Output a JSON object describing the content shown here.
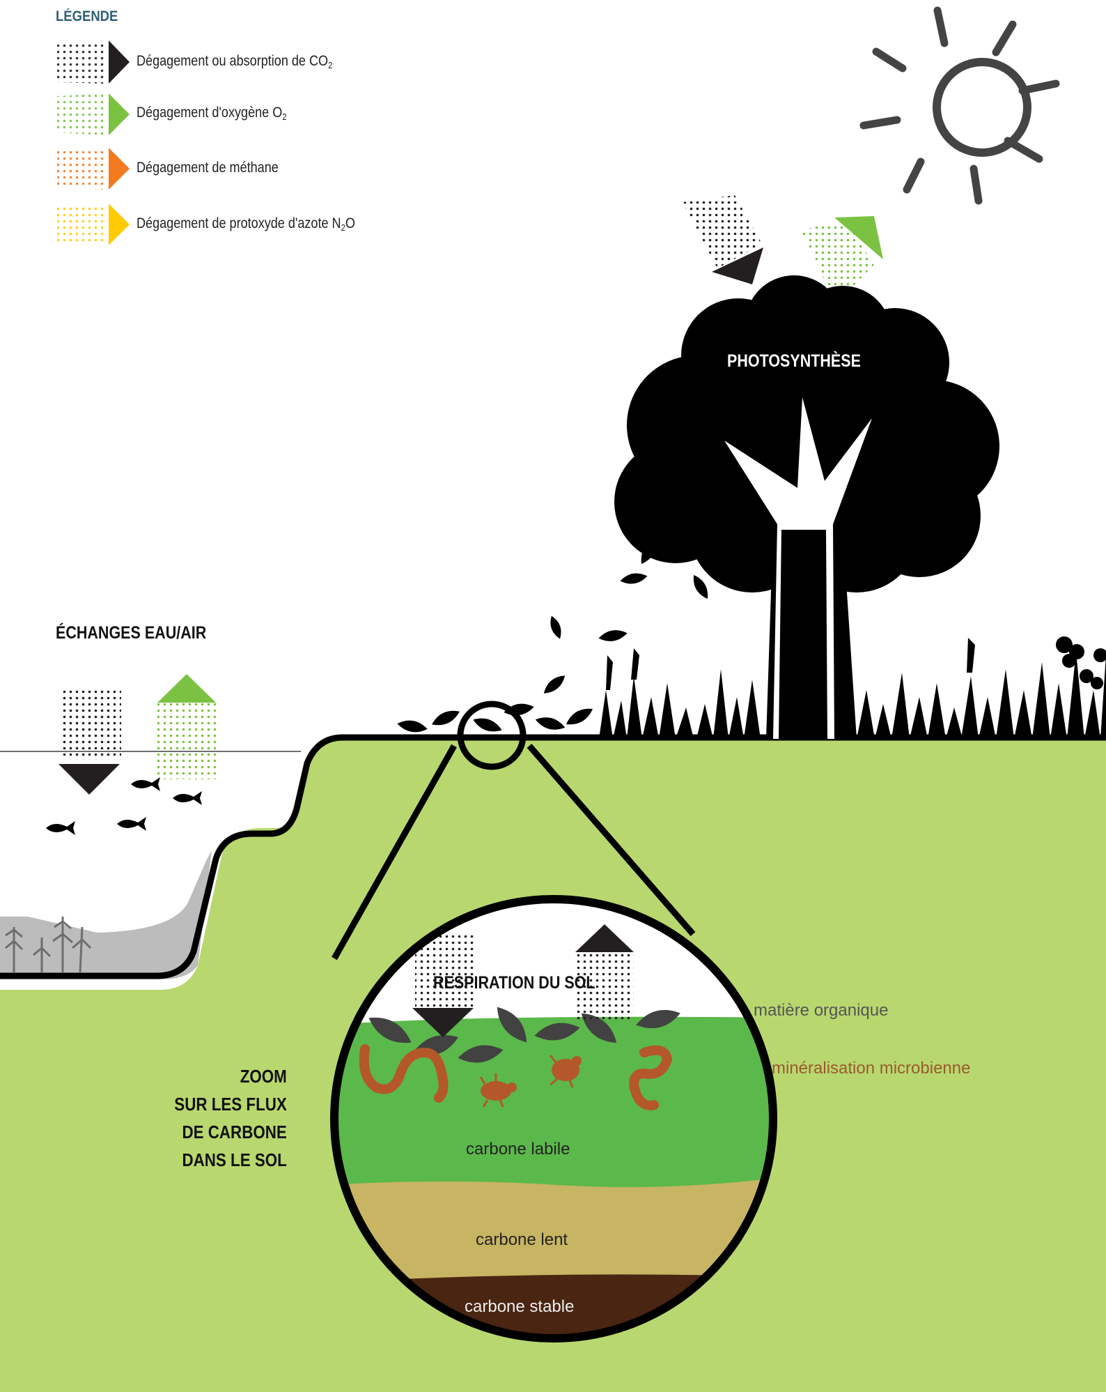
{
  "legend": {
    "title": "LÉGENDE",
    "items": [
      {
        "text": "Dégagement ou absorption de CO",
        "sub": "2",
        "color": "#231f20"
      },
      {
        "text": "Dégagement d'oxygène O",
        "sub": "2",
        "color": "#7cc242"
      },
      {
        "text": "Dégagement de méthane",
        "sub": "",
        "color": "#f47a20"
      },
      {
        "text": "Dégagement de protoxyde d'azote N",
        "sub": "2",
        "suffix": "O",
        "color": "#ffcb05"
      }
    ]
  },
  "labels": {
    "photosynthesis": "PHOTOSYNTHÈSE",
    "water_air": "ÉCHANGES EAU/AIR",
    "soil_respiration": "RESPIRATION DU SOL",
    "zoom_lines": [
      "ZOOM",
      "SUR LES FLUX",
      "DE CARBONE",
      "DANS LE SOL"
    ],
    "organic_matter": "matière organique",
    "microbial_mineralization": "minéralisation microbienne",
    "labile_carbon": "carbone labile",
    "slow_carbon": "carbone lent",
    "stable_carbon": "carbone stable"
  },
  "colors": {
    "ground": "#b8d86f",
    "labile_layer": "#5bb84a",
    "slow_layer": "#c8b564",
    "stable_layer": "#4a2512",
    "organisms": "#b4572a",
    "sun": "#444444",
    "silhouette": "#000000"
  }
}
